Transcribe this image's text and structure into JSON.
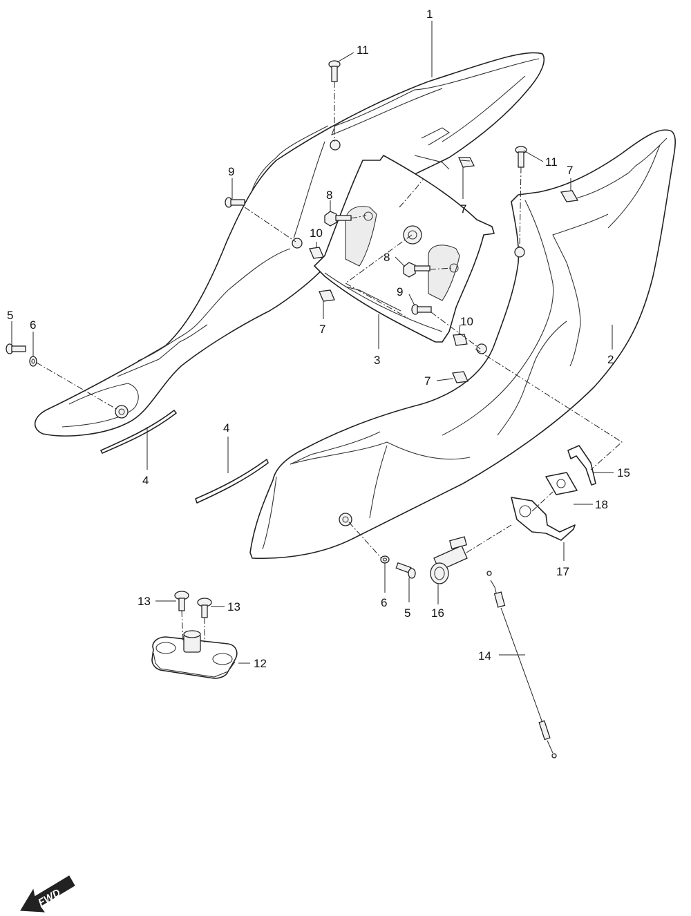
{
  "callouts": {
    "c1": "1",
    "c2": "2",
    "c3": "3",
    "c4a": "4",
    "c4b": "4",
    "c5a": "5",
    "c5b": "5",
    "c6a": "6",
    "c6b": "6",
    "c7a": "7",
    "c7b": "7",
    "c7c": "7",
    "c7d": "7",
    "c8a": "8",
    "c8b": "8",
    "c9a": "9",
    "c9b": "9",
    "c10a": "10",
    "c10b": "10",
    "c11a": "11",
    "c11b": "11",
    "c12": "12",
    "c13a": "13",
    "c13b": "13",
    "c14": "14",
    "c15": "15",
    "c16": "16",
    "c17": "17",
    "c18": "18"
  },
  "direction_marker": {
    "label": "FWD",
    "icon": "forward-arrow-icon"
  }
}
